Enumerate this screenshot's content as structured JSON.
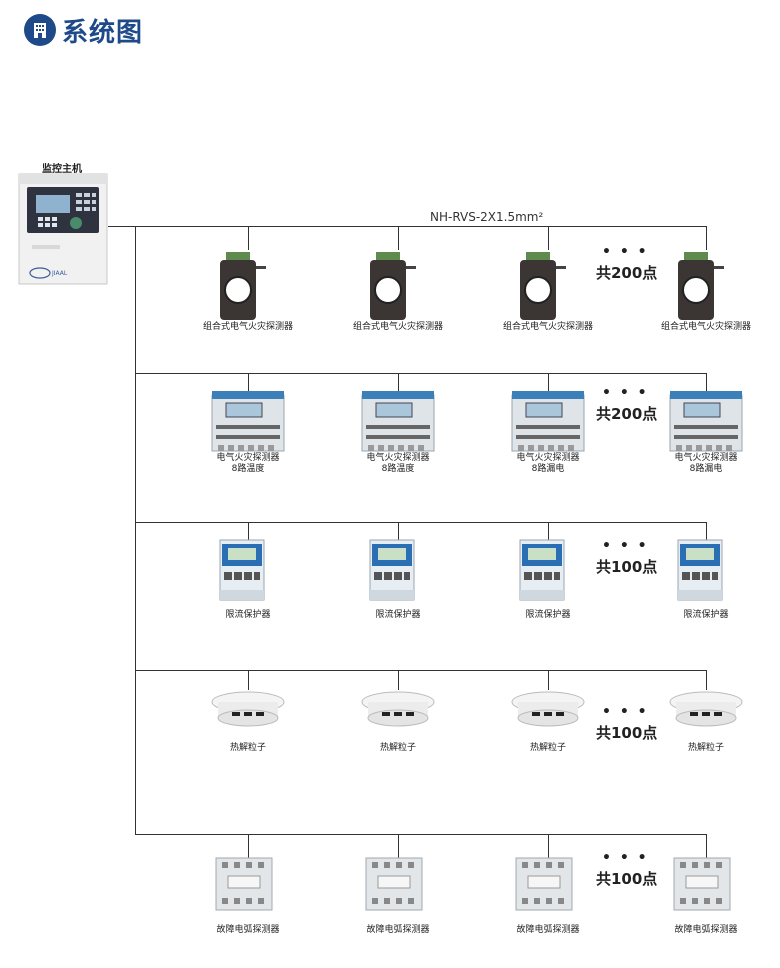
{
  "title": "系统图",
  "host_label": "监控主机",
  "host_brand": "JIAAL",
  "cable_label": "NH-RVS-2X1.5mm²",
  "dots": "• • •",
  "rows": [
    {
      "type": "cm",
      "count": "共200点",
      "labels": [
        [
          "组合式电气火灾探测器"
        ],
        [
          "组合式电气火灾探测器"
        ],
        [
          "组合式电气火灾探测器"
        ],
        [
          "组合式电气火灾探测器"
        ]
      ]
    },
    {
      "type": "mod",
      "count": "共200点",
      "labels": [
        [
          "电气火灾探测器",
          "8路温度"
        ],
        [
          "电气火灾探测器",
          "8路温度"
        ],
        [
          "电气火灾探测器",
          "8路漏电"
        ],
        [
          "电气火灾探测器",
          "8路漏电"
        ]
      ]
    },
    {
      "type": "meter",
      "count": "共100点",
      "labels": [
        [
          "限流保护器"
        ],
        [
          "限流保护器"
        ],
        [
          "限流保护器"
        ],
        [
          "限流保护器"
        ]
      ]
    },
    {
      "type": "smoke",
      "count": "共100点",
      "labels": [
        [
          "热解粒子"
        ],
        [
          "热解粒子"
        ],
        [
          "热解粒子"
        ],
        [
          "热解粒子"
        ]
      ]
    },
    {
      "type": "arc",
      "count": "共100点",
      "labels": [
        [
          "故障电弧探测器"
        ],
        [
          "故障电弧探测器"
        ],
        [
          "故障电弧探测器"
        ],
        [
          "故障电弧探测器"
        ]
      ]
    }
  ]
}
